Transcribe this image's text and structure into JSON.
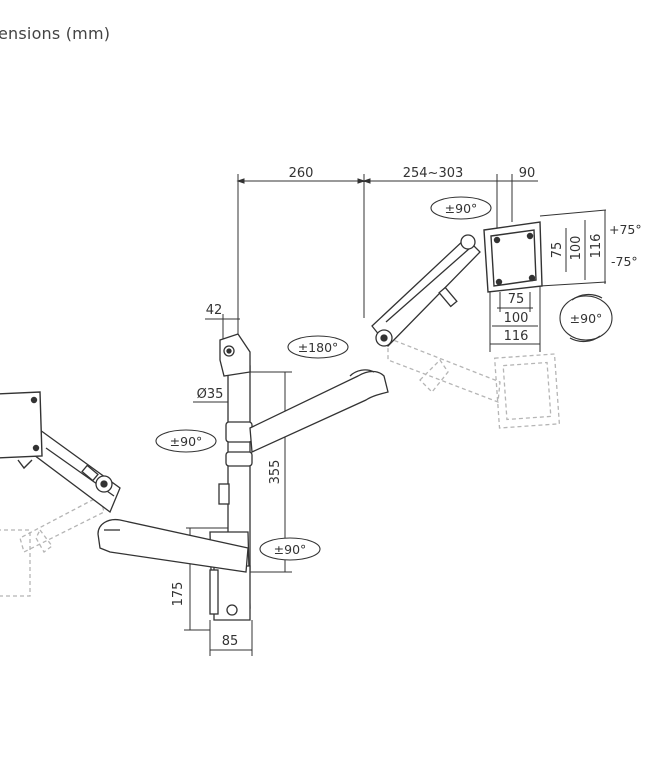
{
  "title": "ensions (mm)",
  "dimensions": {
    "arm_length": "260",
    "extension": "254~303",
    "plate_offset": "90",
    "clamp_top_width": "42",
    "pole_diameter": "Ø35",
    "pole_height": "355",
    "clamp_height": "175",
    "clamp_width": "85",
    "vesa_h_75": "75",
    "vesa_h_100": "100",
    "vesa_h_116": "116",
    "vesa_v_75": "75",
    "vesa_v_100": "100",
    "vesa_v_116": "116"
  },
  "rotations": {
    "plate_swivel": "±90°",
    "tilt_up": "+75°",
    "tilt_down": "-75°",
    "plate_rotation": "±90°",
    "arm_swivel": "±180°",
    "left_arm_swivel": "±90°",
    "base_swivel": "±90°"
  },
  "colors": {
    "line": "#333333",
    "light_line": "#9a9a9a",
    "dashed": "#b5b5b5"
  }
}
